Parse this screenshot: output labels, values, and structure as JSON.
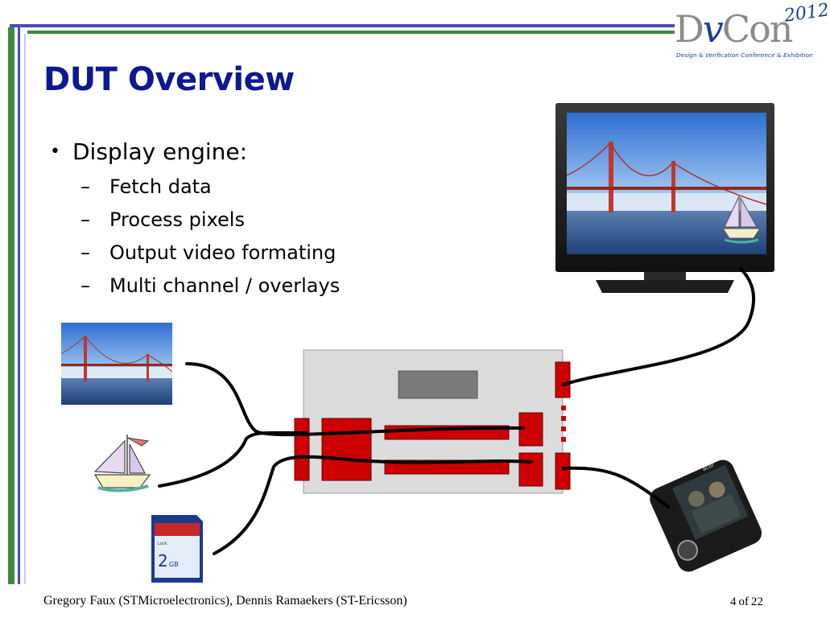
{
  "slide": {
    "title": "DUT Overview",
    "bullets": [
      {
        "text": "Display engine:",
        "subs": [
          "Fetch data",
          "Process pixels",
          "Output video formating",
          "Multi channel / overlays"
        ]
      }
    ],
    "dash": "–"
  },
  "logo": {
    "word_d": "D",
    "word_v": "v",
    "word_con": "Con",
    "year": "2012",
    "tagline": "Design & Verification Conference & Exhibition"
  },
  "sd_card": {
    "lock": "Lock",
    "size": "2",
    "unit": "GB"
  },
  "phone": {
    "brand": "acer"
  },
  "footer": {
    "author": "Gregory Faux (STMicroelectronics), Dennis Ramaekers (ST-Ericsson)",
    "page": "4",
    "page_of": "of",
    "total": "22"
  },
  "colors": {
    "title": "#0e1893",
    "board": "#dcdcdc",
    "connector": "#cc0000",
    "frame_blue": "#4b4bb5",
    "frame_green": "#3d8a3d"
  }
}
